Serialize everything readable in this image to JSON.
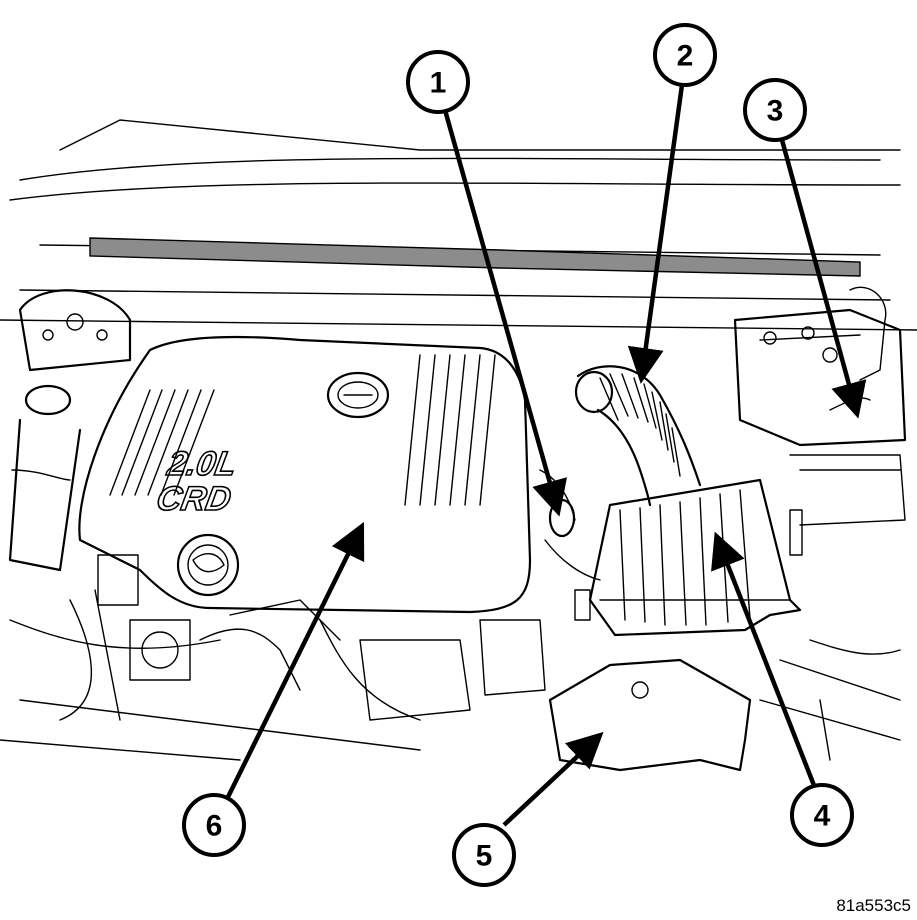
{
  "figure_id": "81a553c5",
  "engine_cover": {
    "line1": "2.0L",
    "line2": "CRD"
  },
  "callouts": [
    {
      "label": "1"
    },
    {
      "label": "2"
    },
    {
      "label": "3"
    },
    {
      "label": "4"
    },
    {
      "label": "5"
    },
    {
      "label": "6"
    }
  ]
}
